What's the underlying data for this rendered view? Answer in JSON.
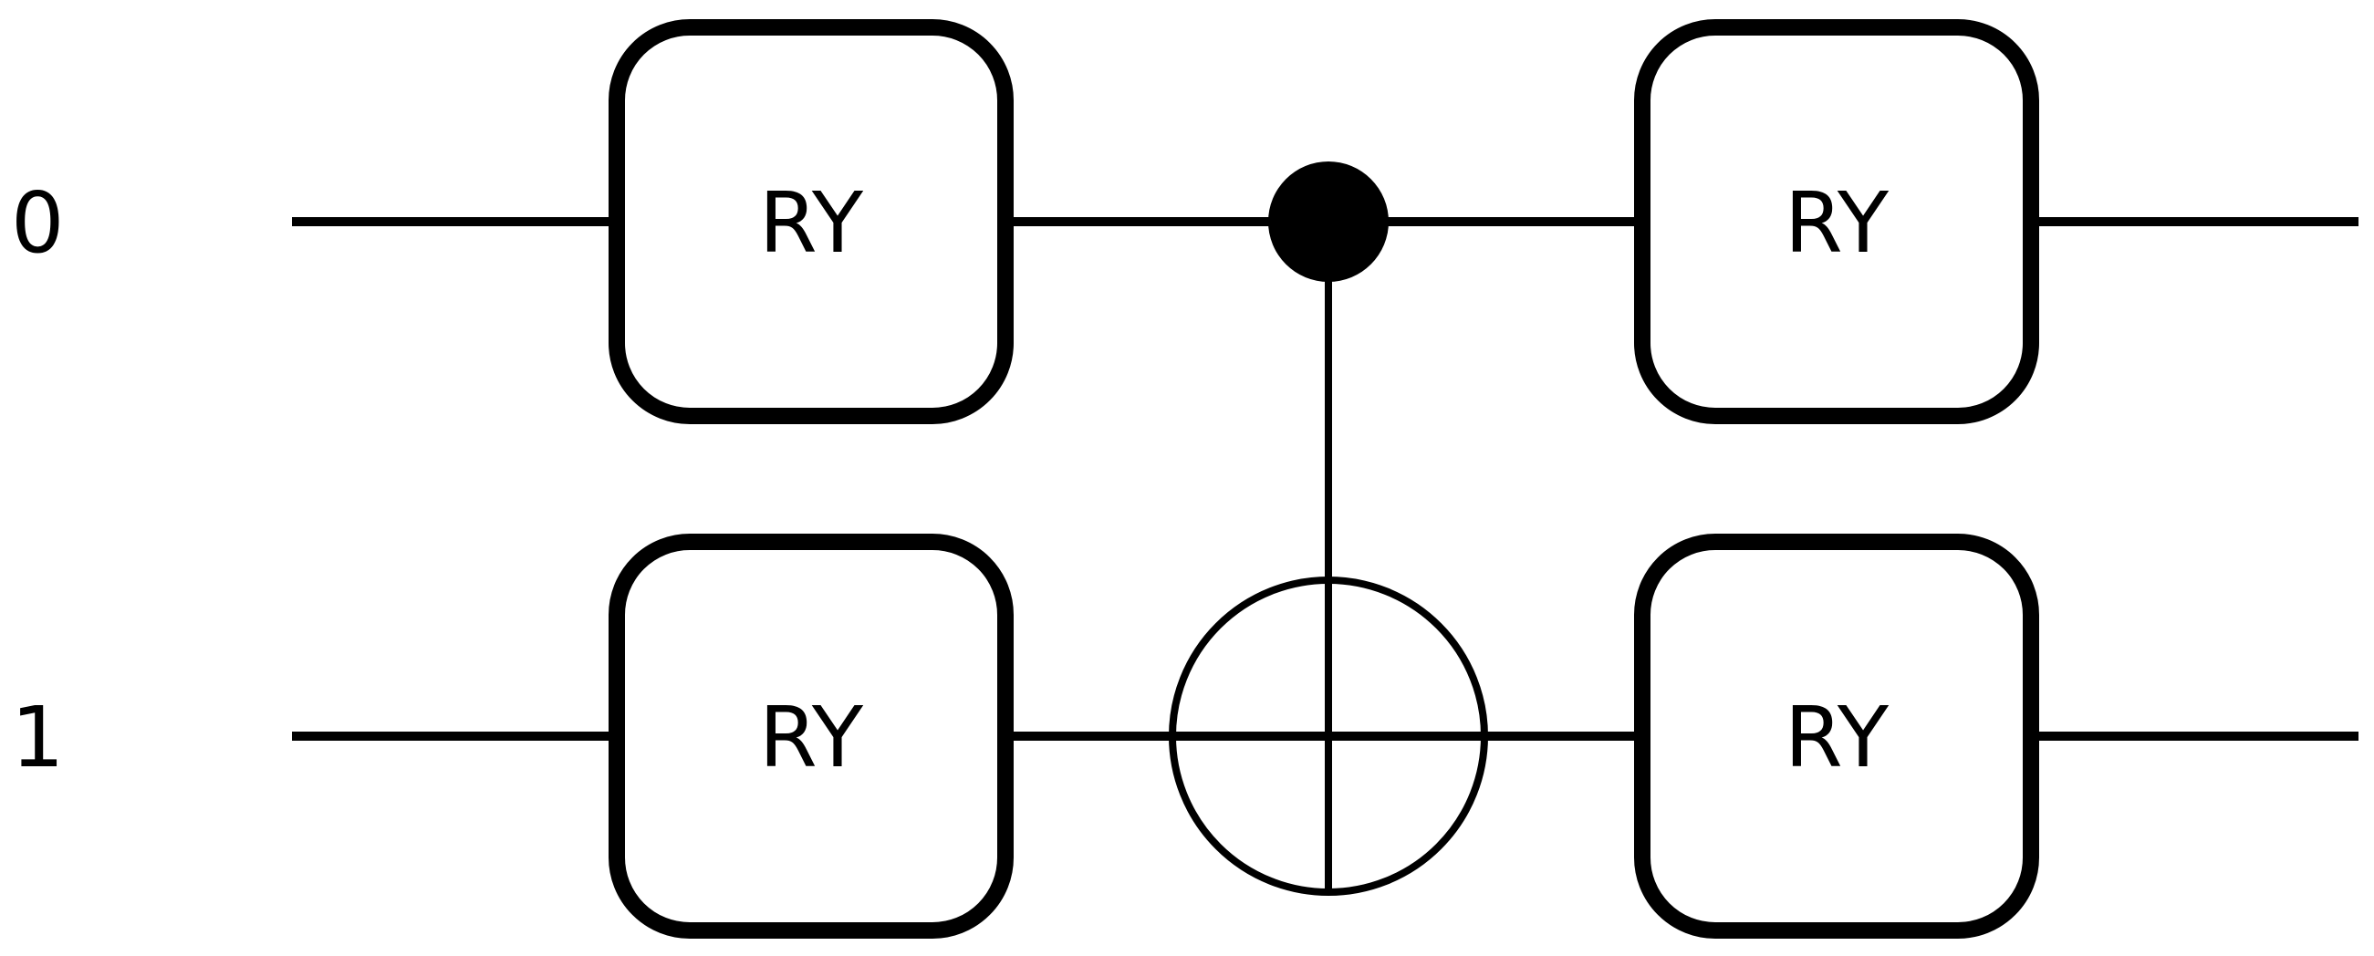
{
  "circuit": {
    "wires": [
      {
        "label": "0"
      },
      {
        "label": "1"
      }
    ],
    "gates": [
      {
        "label": "RY",
        "wire": 0,
        "step": 0
      },
      {
        "label": "RY",
        "wire": 1,
        "step": 0
      },
      {
        "label": "RY",
        "wire": 0,
        "step": 2
      },
      {
        "label": "RY",
        "wire": 1,
        "step": 2
      }
    ],
    "cnot": {
      "control_wire": 0,
      "target_wire": 1,
      "step": 1
    },
    "colors": {
      "stroke": "#000000",
      "background": "#ffffff"
    }
  }
}
